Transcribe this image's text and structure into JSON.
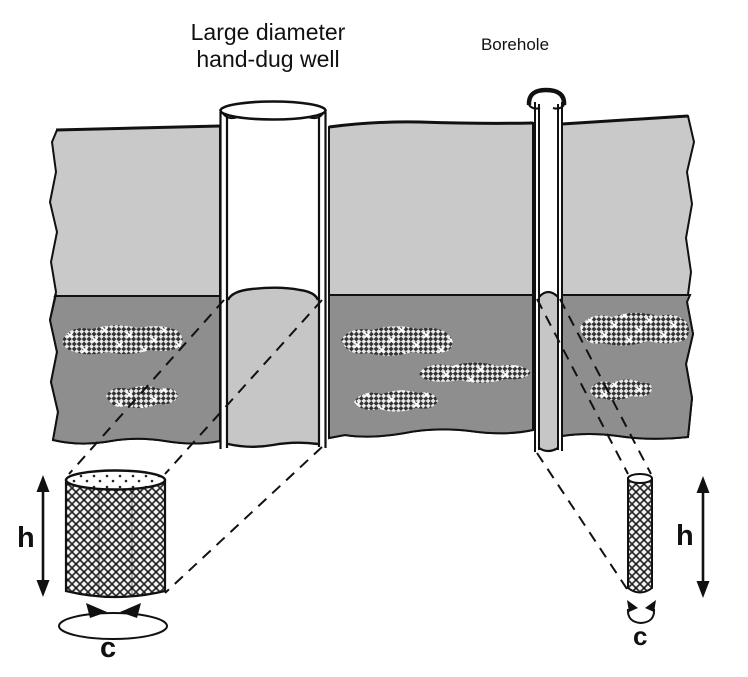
{
  "labels": {
    "hand_dug_well": "Large diameter\nhand-dug well",
    "borehole": "Borehole",
    "well_height": "h",
    "well_circumference": "c",
    "borehole_height": "h",
    "borehole_circumference": "c"
  },
  "colors": {
    "background": "#ffffff",
    "upper_layer": "#c9c9c9",
    "lower_layer": "#8e8e8e",
    "well_water": "#c6c6c6",
    "outline": "#111111",
    "text": "#111111"
  }
}
